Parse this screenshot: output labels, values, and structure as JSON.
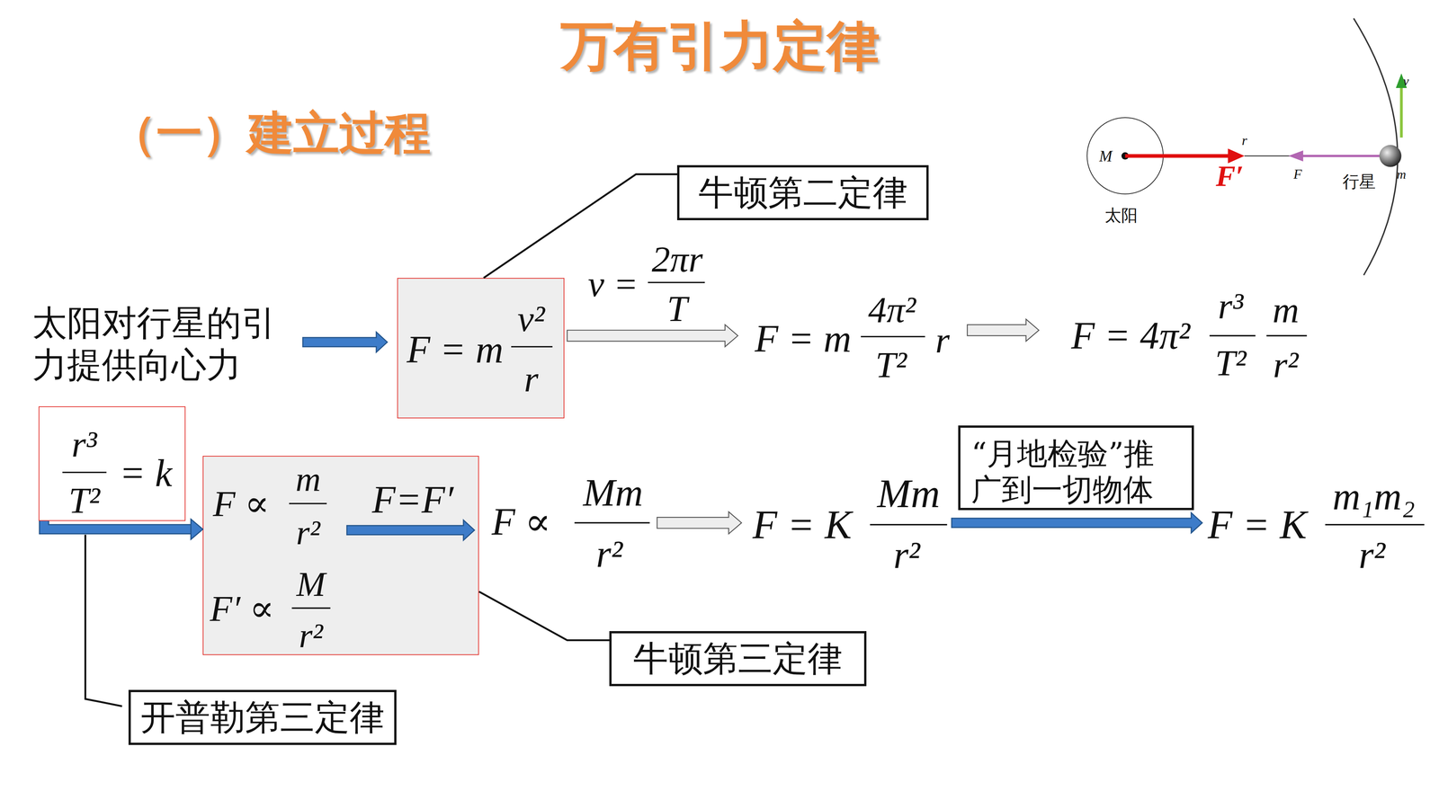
{
  "diagram": {
    "title": "万有引力定律",
    "nodes": [
      {
        "text": [
          "牛顿第二定律"
        ]
      },
      {
        "text": [
          "F = m",
          "v²",
          "r"
        ]
      },
      {
        "text": [
          "r³",
          "T²",
          "= k"
        ]
      },
      {
        "text": [
          "F ∝",
          "m",
          "r²",
          "F=F′",
          "F′ ∝",
          "M",
          "r²"
        ]
      },
      {
        "text": [
          "牛顿第三定律"
        ]
      },
      {
        "text": [
          "开普勒第三定律"
        ]
      },
      {
        "text": [
          "“月地检验”推 广到一切物体"
        ]
      },
      {
        "text": [
          "M",
          "太阳"
        ]
      }
    ],
    "edges": [
      {
        "from": 0,
        "to": 1,
        "arrow": "none"
      },
      {
        "from": 2,
        "to": 3,
        "arrow": "to"
      },
      {
        "from": 3,
        "to": 4,
        "arrow": "none"
      }
    ],
    "labels": [
      "（一）建立过程",
      "太阳对行星的引 力提供向心力",
      "v =",
      "2πr",
      "T",
      "F = m",
      "4π²",
      "T²",
      "r",
      "F = 4π²",
      "r³",
      "T²",
      "m",
      "r²",
      "F ∝",
      "Mm",
      "r²",
      "F = K",
      "Mm",
      "r²",
      "F = K",
      "m₁m₂",
      "r²",
      "r",
      "F′",
      "F",
      "行星",
      "m",
      "v"
    ]
  }
}
